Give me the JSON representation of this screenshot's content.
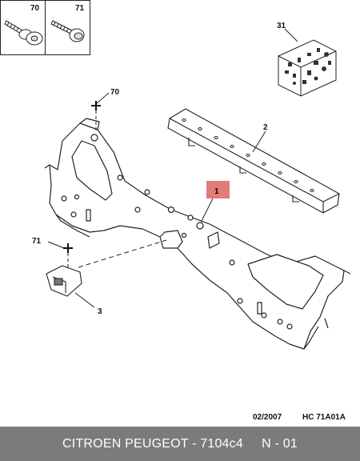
{
  "inset_box": {
    "labels": [
      "70",
      "71"
    ]
  },
  "callouts": {
    "part_1": "1",
    "part_2": "2",
    "part_3": "3",
    "part_31": "31",
    "part_70": "70",
    "part_71": "71"
  },
  "highlight_color": "#e37b7b",
  "diagram_code": {
    "date": "02/2007",
    "ref": "HC 71A01A"
  },
  "footer": {
    "text": "CITROEN PEUGEOT - 7104c4     N - 01"
  }
}
